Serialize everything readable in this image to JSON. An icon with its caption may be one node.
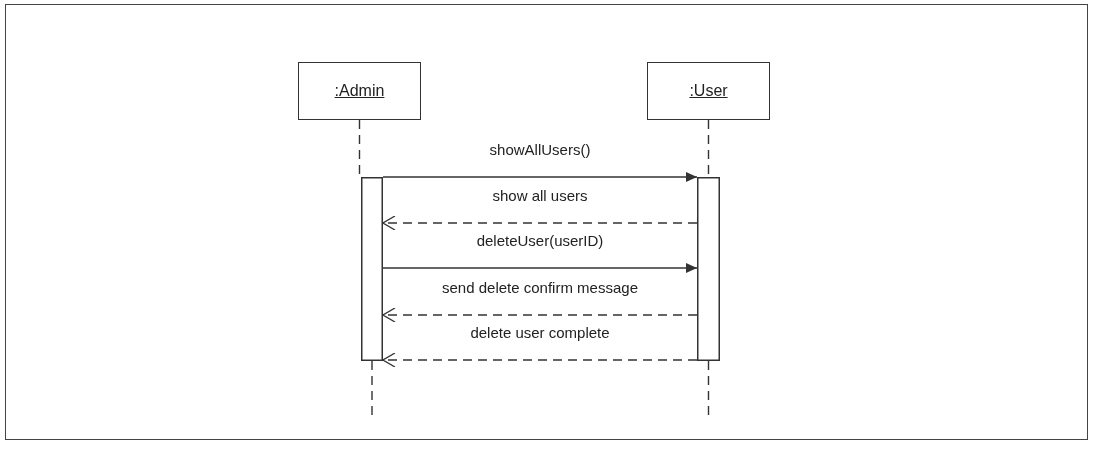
{
  "diagram": {
    "nodes": [
      {
        "text": [
          ":Admin"
        ]
      },
      {
        "text": [
          ":User"
        ]
      },
      {
        "text": [],
        "shape": "bar"
      },
      {
        "text": [],
        "shape": "bar"
      }
    ],
    "edges": [
      {
        "from": 0,
        "to": 2,
        "arrow": "none",
        "style": "dashed"
      },
      {
        "from": 1,
        "to": 3,
        "arrow": "none",
        "style": "dashed"
      },
      {
        "from": 2,
        "to": null,
        "arrow": "none",
        "style": "dashed"
      },
      {
        "from": 3,
        "to": null,
        "arrow": "none",
        "style": "dashed"
      },
      {
        "from": 2,
        "to": 3,
        "arrow": "to",
        "label": "showAllUsers()"
      },
      {
        "from": 3,
        "to": 2,
        "arrow": "to",
        "style": "dashed",
        "label": "show all users"
      },
      {
        "from": 2,
        "to": 3,
        "arrow": "to",
        "label": "deleteUser(userID)"
      },
      {
        "from": 3,
        "to": 2,
        "arrow": "to",
        "style": "dashed",
        "label": "send delete confirm message"
      },
      {
        "from": 3,
        "to": 2,
        "arrow": "to",
        "style": "dashed",
        "label": "delete user complete"
      }
    ]
  }
}
